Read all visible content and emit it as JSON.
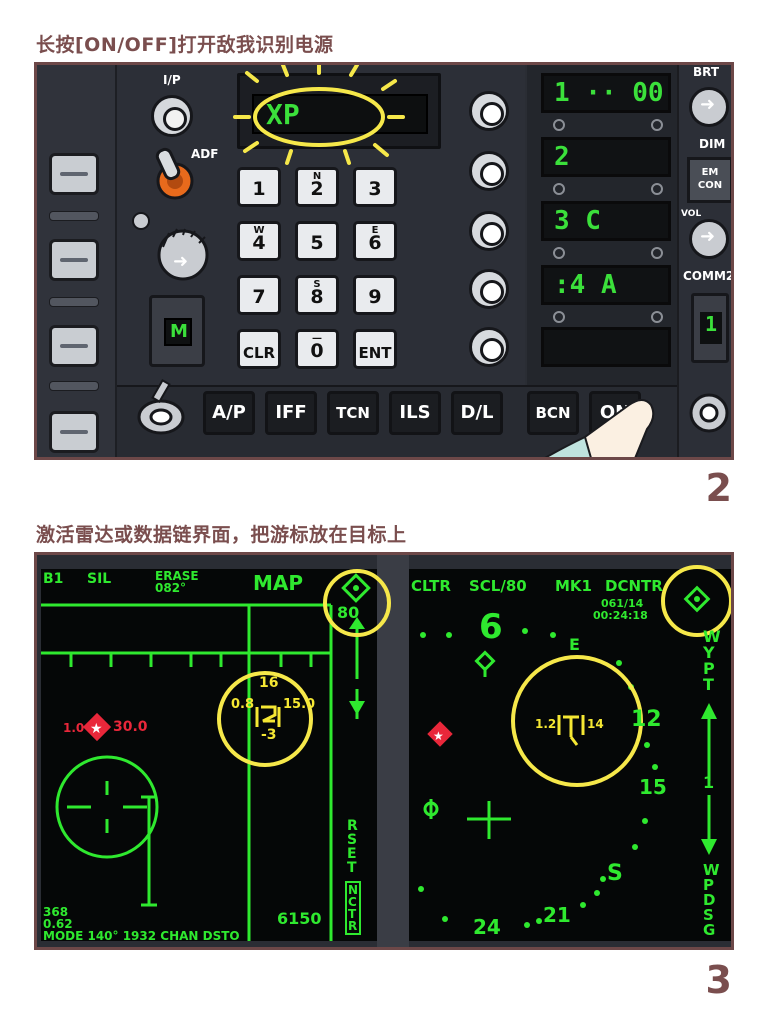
{
  "step2": {
    "caption": "长按[ON/OFF]打开敌我识别电源",
    "number": "2",
    "labels": {
      "ip": "I/P",
      "adf": "ADF",
      "brt": "BRT",
      "dim": "DIM",
      "vol": "VOL",
      "comm2": "COMM2",
      "em_con": "EM CON"
    },
    "scratchpad": "XP",
    "keys": [
      {
        "main": "1",
        "sub": ""
      },
      {
        "main": "2",
        "sub": "N"
      },
      {
        "main": "3",
        "sub": ""
      },
      {
        "main": "4",
        "sub": "W"
      },
      {
        "main": "5",
        "sub": ""
      },
      {
        "main": "6",
        "sub": "E"
      },
      {
        "main": "7",
        "sub": ""
      },
      {
        "main": "8",
        "sub": "S"
      },
      {
        "main": "9",
        "sub": ""
      },
      {
        "main": "CLR",
        "sub": ""
      },
      {
        "main": "0",
        "sub": "—"
      },
      {
        "main": "ENT",
        "sub": ""
      }
    ],
    "cues": [
      "1 ·· 00",
      "2",
      "3 C",
      ":4 A",
      ""
    ],
    "comm_channel": "1",
    "mode_indicator": "M",
    "function_buttons": [
      "A/P",
      "IFF",
      "TCN",
      "ILS",
      "D/L",
      "BCN",
      "ON"
    ]
  },
  "step3": {
    "caption": "激活雷达或数据链界面，把游标放在目标上",
    "number": "3",
    "map_display": {
      "top_left": "B1",
      "sil": "SIL",
      "erase": "ERASE",
      "erase_val": "082°",
      "map": "MAP",
      "range": "80",
      "cursor_top": "16",
      "cursor_left": "0.8",
      "cursor_right": "15.0",
      "cursor_bottom": "-3",
      "target_left": "1.0",
      "target_right": "30.0",
      "rset": "RSET",
      "nctr": "NCTR",
      "bottom_left_1": "368",
      "bottom_left_2": "0.62",
      "bottom_right": "6150",
      "bottom_row": "MODE 140°   1932   CHAN   DSTO"
    },
    "hsi_display": {
      "clutter": "CLTR",
      "scale": "SCL/80",
      "mk": "MK1",
      "dcntr": "DCNTR",
      "wp_info_1": "061/14",
      "wp_info_2": "00:24:18",
      "heading_6": "6",
      "heading_e": "E",
      "heading_12": "12",
      "heading_15": "15",
      "heading_s": "S",
      "heading_21": "21",
      "heading_24": "24",
      "cursor_left": "1.2",
      "cursor_right": "14",
      "wypt": "WYPT",
      "wp_num": "1",
      "wpdsg": "WPDSG"
    }
  },
  "colors": {
    "accent_text": "#7a4e4e",
    "display_green": "#2fe92f",
    "cursor_yellow": "#f5e733",
    "threat_red": "#e9273a"
  }
}
